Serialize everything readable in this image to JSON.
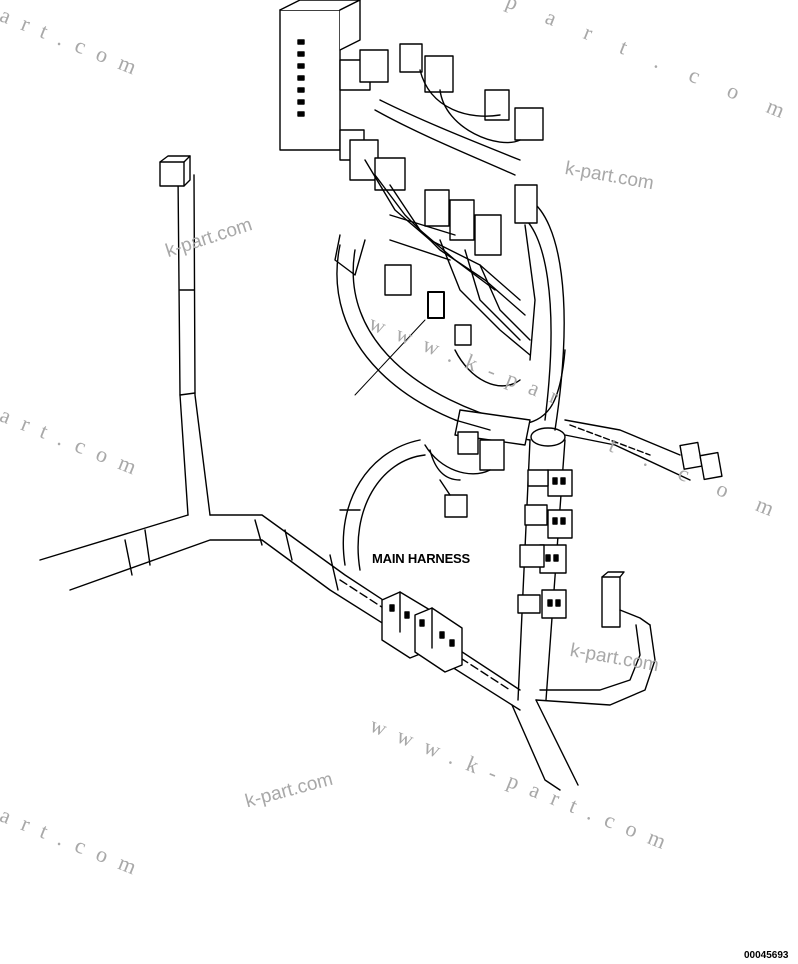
{
  "diagram": {
    "harness_label": "MAIN HARNESS",
    "drawing_number": "00045693"
  },
  "watermarks": {
    "kpart": "k-part.com",
    "art_com": "art.com",
    "www_kpart": "www.k-part.com",
    "www_kpar": "www.k-par",
    "partial_top": "p a r t . c o m",
    "partial_mid": "t . c o m"
  }
}
